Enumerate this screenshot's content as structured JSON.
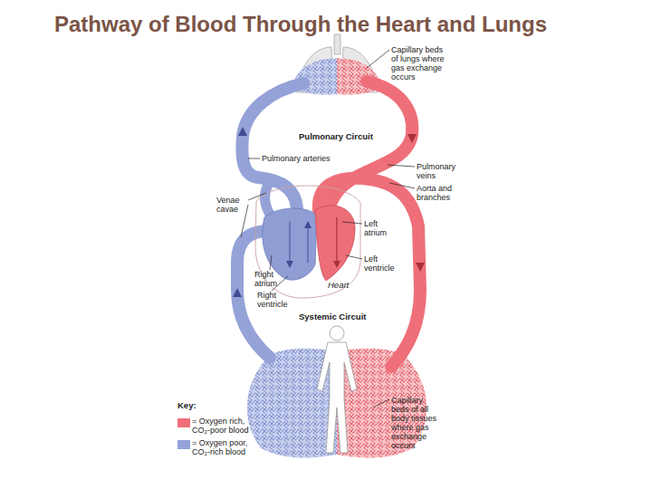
{
  "diagram": {
    "title": "Pathway of Blood Through the Heart and Lungs",
    "labels": [
      "Capillary beds of lungs where gas exchange occurs",
      "Pulmonary Circuit",
      "Pulmonary arteries",
      "Pulmonary veins",
      "Venae cavae",
      "Aorta and branches",
      "Left atrium",
      "Left ventricle",
      "Right atrium",
      "Heart",
      "Right ventricle",
      "Systemic Circuit",
      "Capillary beds of all body tissues where gas exchange occurs",
      "Key:"
    ],
    "legend": [
      {
        "text": "= Oxygen rich, CO₂-poor blood",
        "color": "#ee6f79"
      },
      {
        "text": "= Oxygen poor, CO₂-rich blood",
        "color": "#94a2d8"
      }
    ]
  }
}
